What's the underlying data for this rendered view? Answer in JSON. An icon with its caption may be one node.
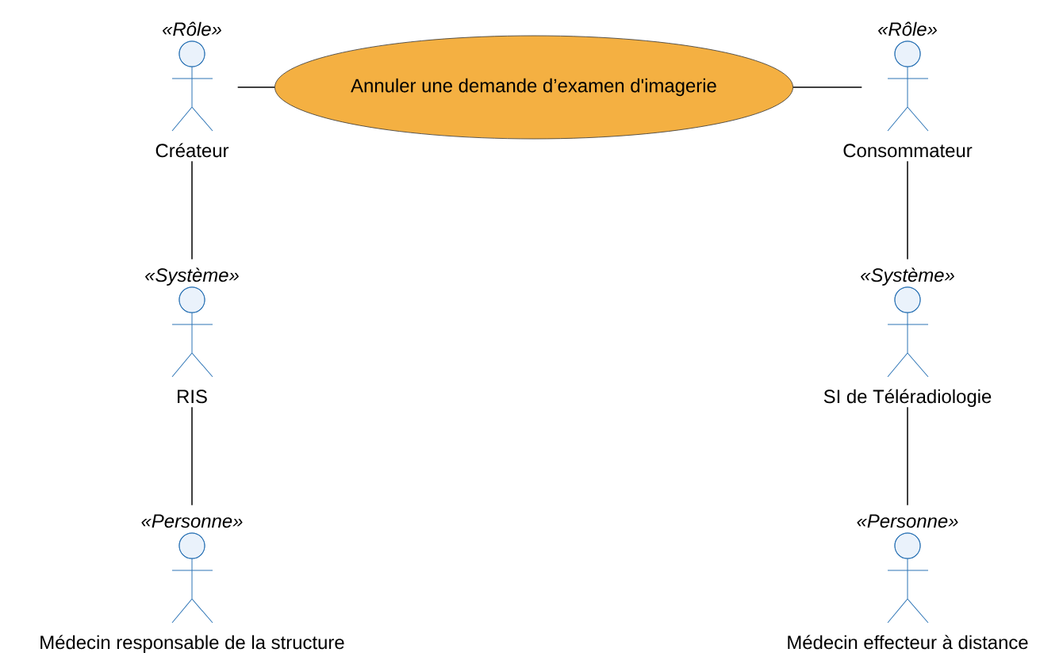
{
  "diagram": {
    "nodes": [
      {
        "text": [
          "«Rôle»",
          "Créateur"
        ]
      },
      {
        "text": [
          "Annuler une demande d’examen d'imagerie"
        ]
      },
      {
        "text": [
          "«Rôle»",
          "Consommateur"
        ]
      },
      {
        "text": [
          "«Système»",
          "RIS"
        ]
      },
      {
        "text": [
          "«Système»",
          "SI de Téléradiologie"
        ]
      },
      {
        "text": [
          "«Personne»",
          "Médecin responsable de la structure"
        ]
      },
      {
        "text": [
          "«Personne»",
          "Médecin effecteur à distance"
        ]
      }
    ],
    "edges": [
      {
        "from": 0,
        "to": 1,
        "arrow": "none"
      },
      {
        "from": 1,
        "to": 2,
        "arrow": "none"
      },
      {
        "from": 0,
        "to": 3,
        "arrow": "none"
      },
      {
        "from": 2,
        "to": 4,
        "arrow": "none"
      },
      {
        "from": 3,
        "to": 5,
        "arrow": "none"
      },
      {
        "from": 4,
        "to": 6,
        "arrow": "none"
      }
    ]
  }
}
